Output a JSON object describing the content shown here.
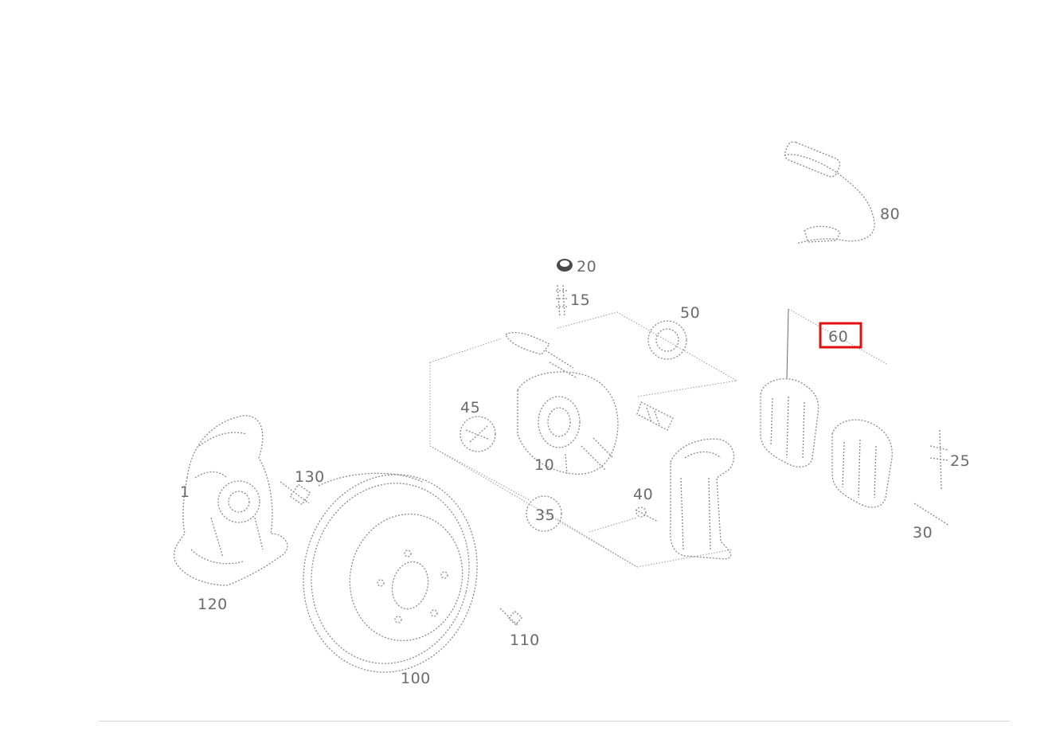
{
  "diagram": {
    "highlight_color": "#e01010",
    "highlighted_callout": "60",
    "callouts": {
      "c1": "1",
      "c10": "10",
      "c15": "15",
      "c20": "20",
      "c25": "25",
      "c30": "30",
      "c35": "35",
      "c40": "40",
      "c45": "45",
      "c50": "50",
      "c60": "60",
      "c80": "80",
      "c100": "100",
      "c110": "110",
      "c120": "120",
      "c130": "130"
    }
  }
}
